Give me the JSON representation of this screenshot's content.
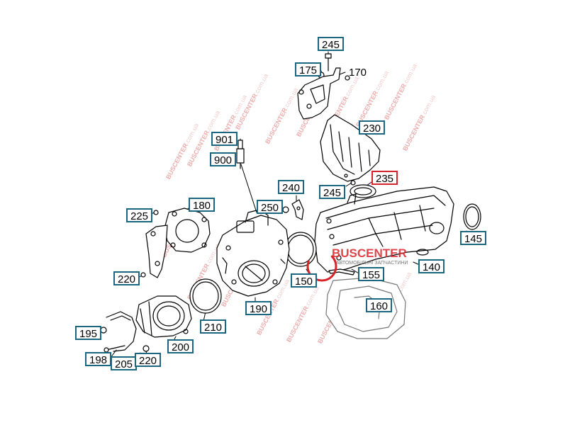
{
  "diagram": {
    "callouts": [
      "245",
      "175",
      "170",
      "230",
      "235",
      "901",
      "900",
      "240",
      "245",
      "250",
      "225",
      "180",
      "145",
      "140",
      "155",
      "150",
      "220",
      "190",
      "160",
      "210",
      "195",
      "200",
      "198",
      "205",
      "220"
    ],
    "selected_callout": "235",
    "accent_color": "#1b6680",
    "selected_color": "#d9232a"
  },
  "watermark": {
    "brand": "BUSCENTER",
    "domain_suffix": ".com.ua",
    "tagline": "АВТОМОБІЛЬНІ ЗАПЧАСТИНИ",
    "brand_color": "#d9232a"
  }
}
